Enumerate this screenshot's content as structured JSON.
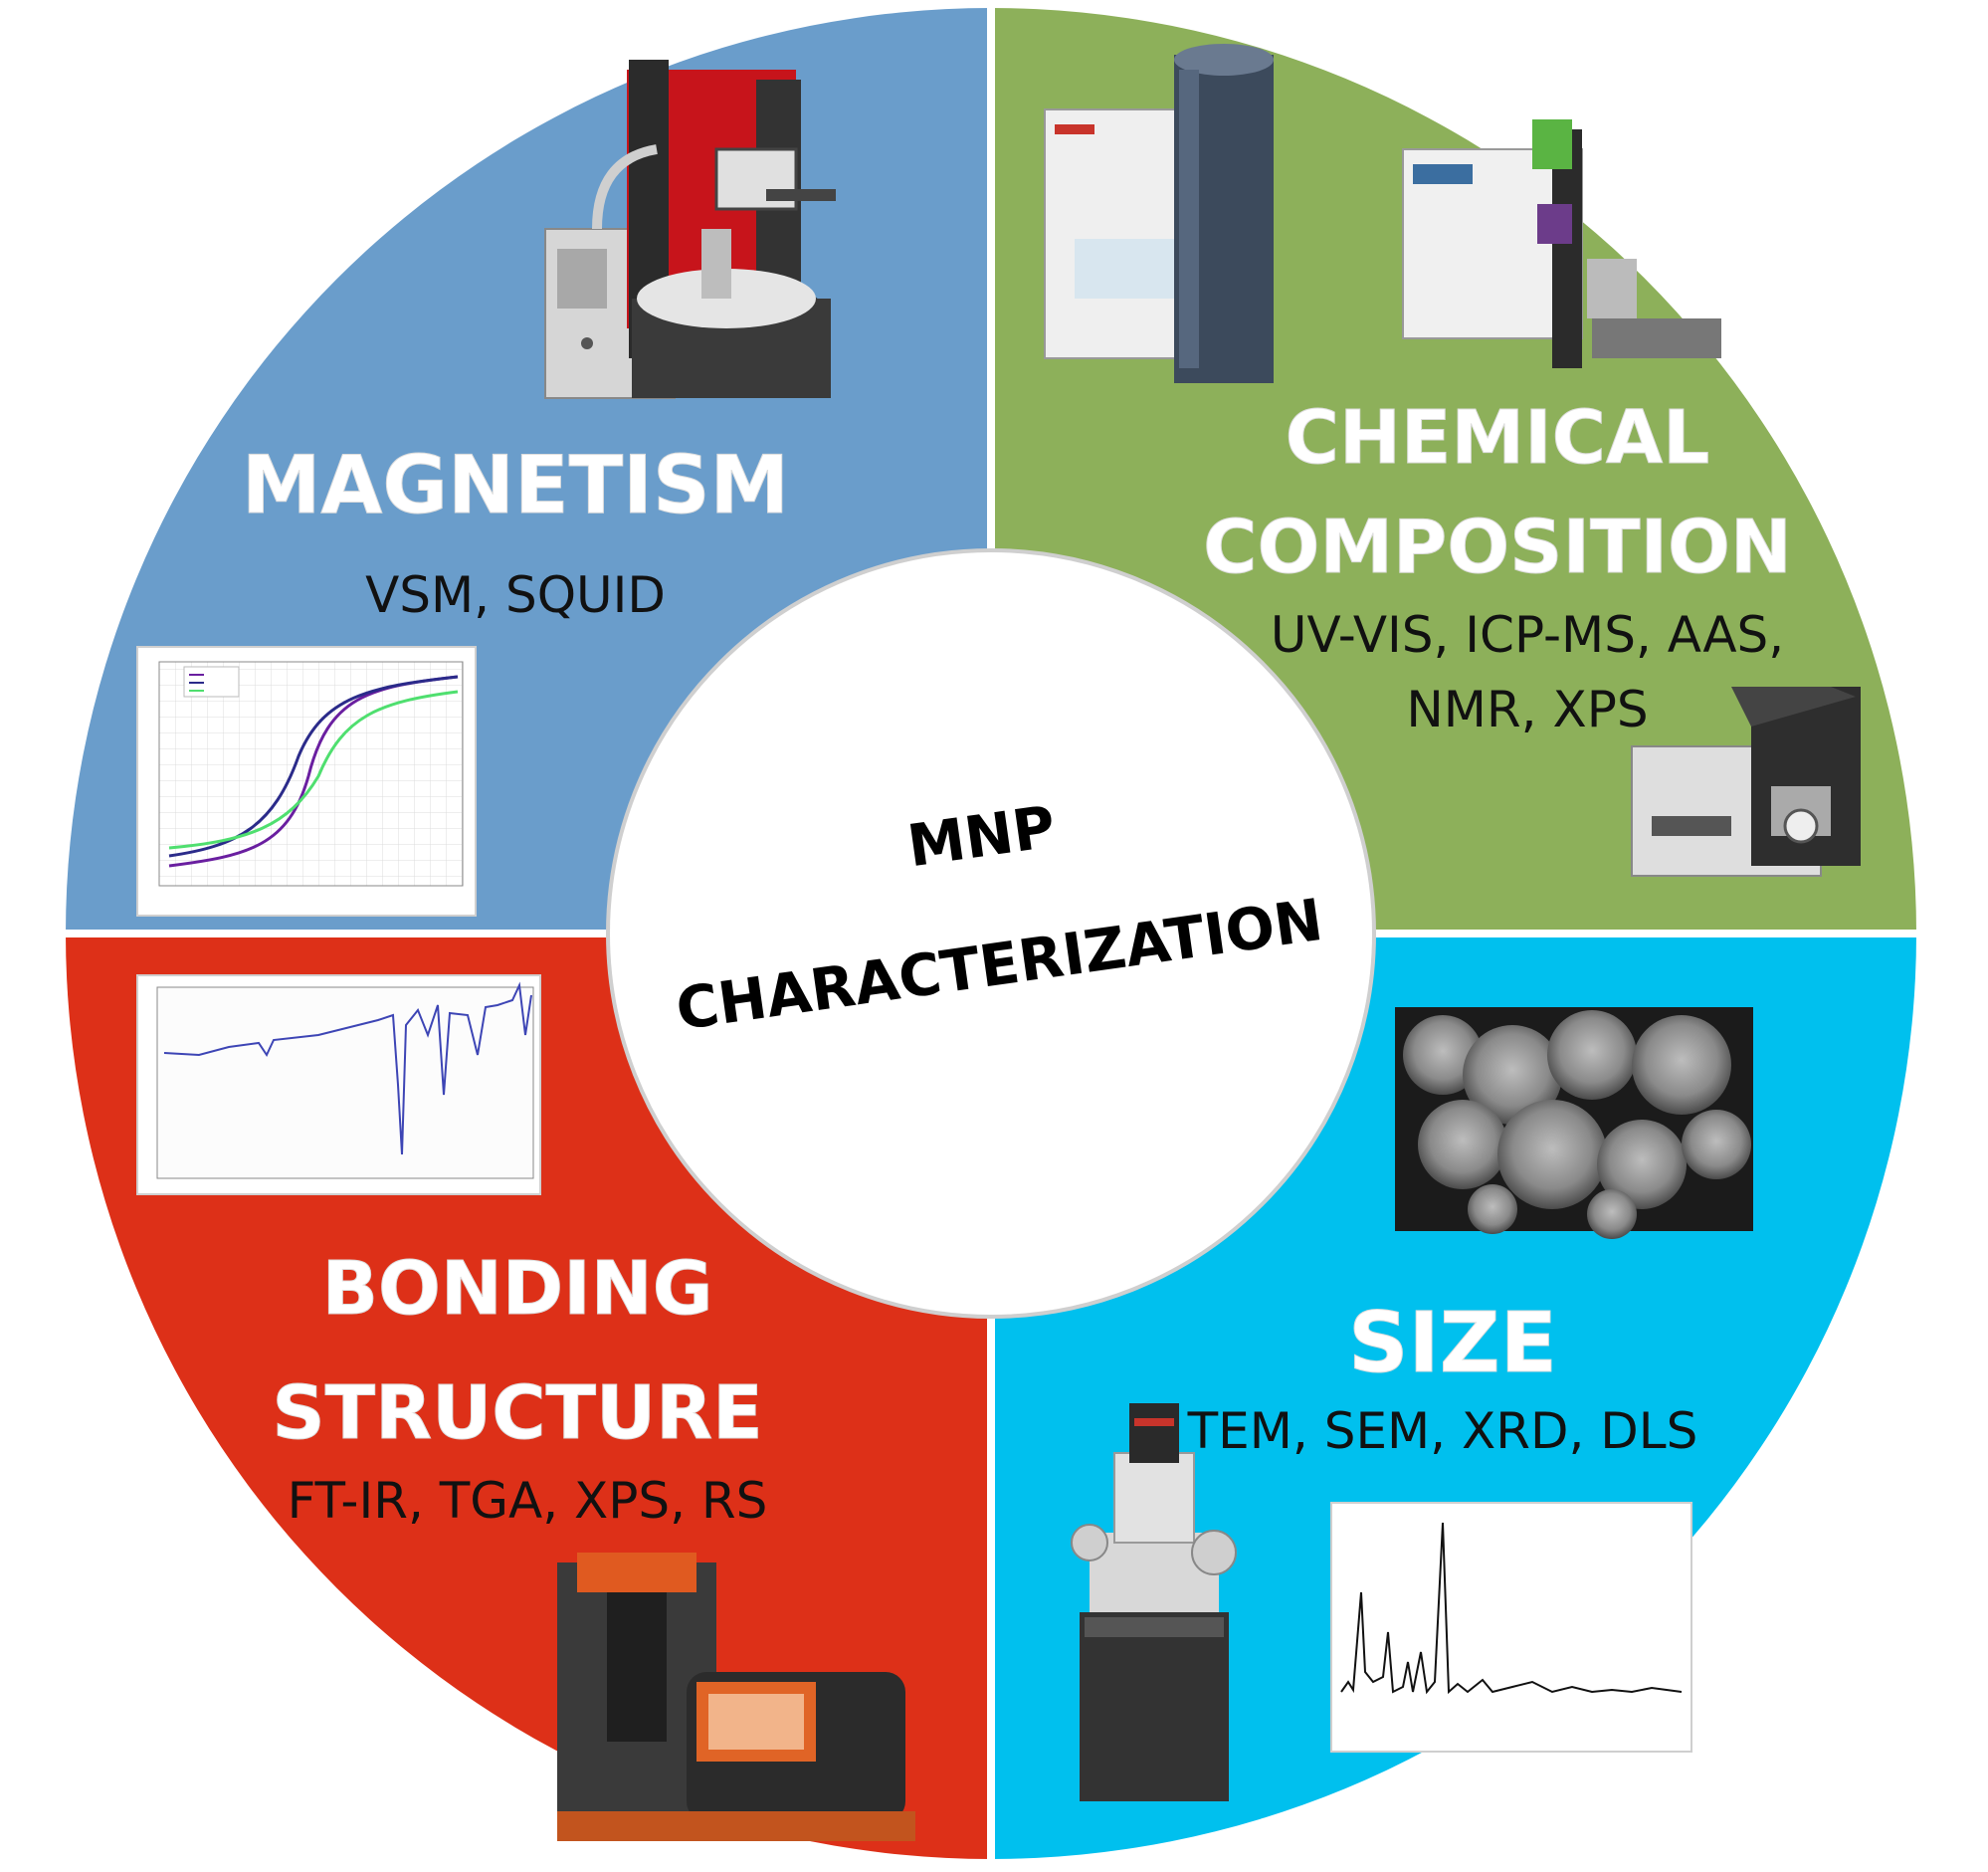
{
  "colors": {
    "magnetism": "#6a9dcb",
    "chemical": "#8db05a",
    "bonding": "#dd3018",
    "size": "#00c0ee",
    "center": "#ffffff"
  },
  "center": {
    "line1": "MNP",
    "line2": "CHARACTERIZATION"
  },
  "quadrants": {
    "magnetism": {
      "title": "MAGNETISM",
      "methods": "VSM, SQUID",
      "images": [
        "magnetometer-instrument",
        "hysteresis-loop-plot"
      ]
    },
    "chemical": {
      "title_line1": "CHEMICAL",
      "title_line2": "COMPOSITION",
      "methods_line1": "UV-VIS, ICP-MS, AAS,",
      "methods_line2": "NMR, XPS",
      "images": [
        "spectrometer-instrument",
        "icp-ms-instrument",
        "aas-instrument"
      ]
    },
    "bonding": {
      "title_line1": "BONDING",
      "title_line2": "STRUCTURE",
      "methods": "FT-IR, TGA, XPS, RS",
      "images": [
        "ftir-spectrum-plot",
        "tga-instrument"
      ]
    },
    "size": {
      "title": "SIZE",
      "methods": "TEM, SEM, XRD, DLS",
      "images": [
        "sem-micrograph",
        "electron-microscope-instrument",
        "xrd-pattern-plot"
      ]
    }
  }
}
